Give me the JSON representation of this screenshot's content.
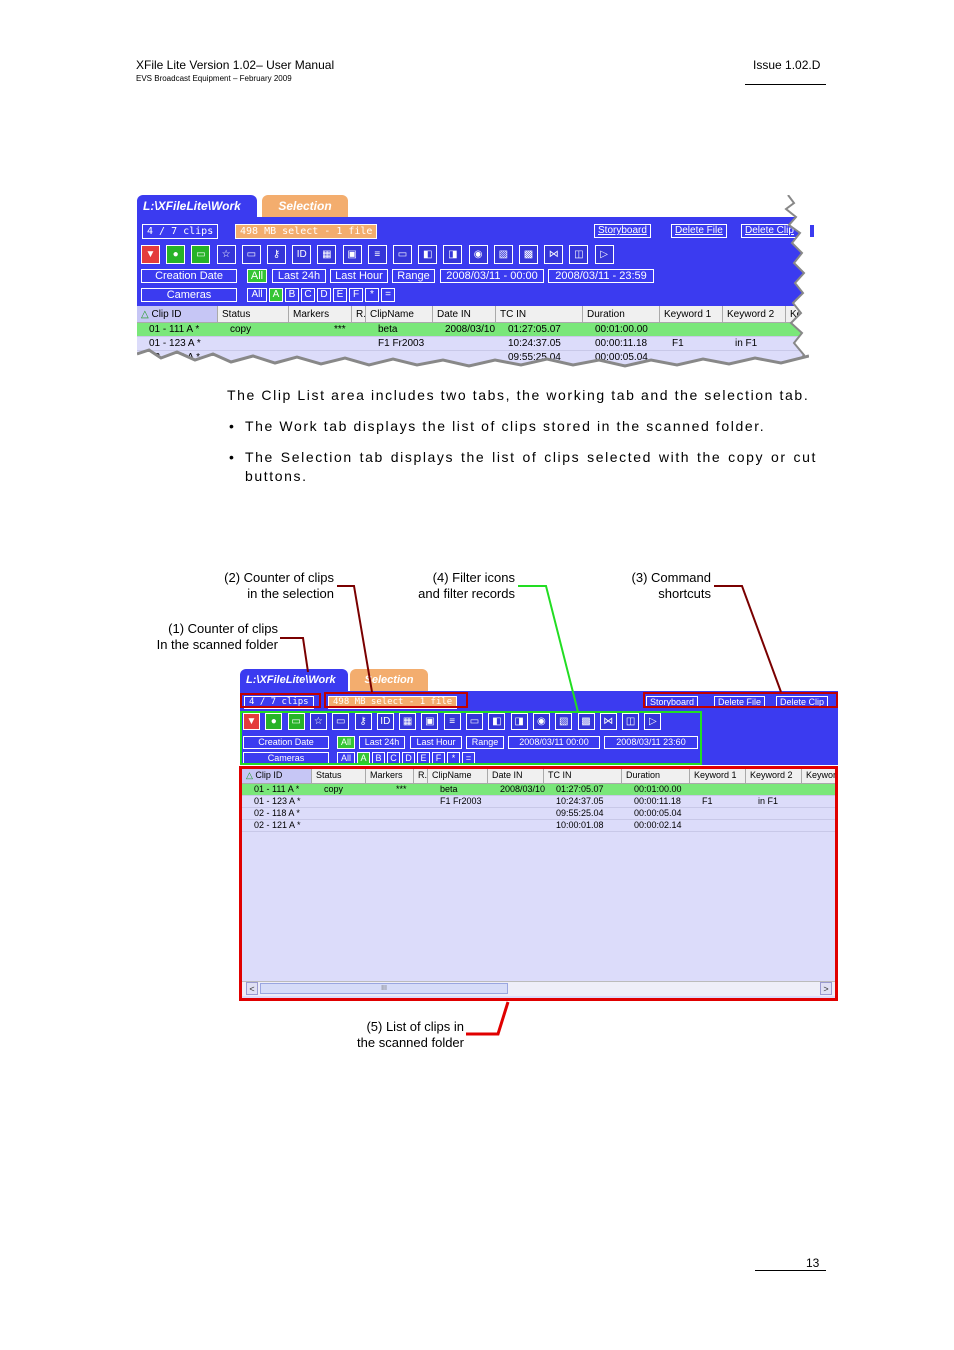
{
  "header": {
    "title": "XFile Lite Version 1.02– User Manual",
    "subtitle": "EVS Broadcast Equipment – February 2009",
    "issue": "Issue 1.02.D"
  },
  "footer": {
    "page_number": "13"
  },
  "ui": {
    "tab_work": "L:\\XFileLite\\Work",
    "tab_selection": "Selection",
    "counter_clips": "4 / 7 clips",
    "counter_selection": "498 MB select - 1 file",
    "commands": {
      "storyboard": "Storyboard",
      "delete_file": "Delete File",
      "delete_clip": "Delete Clip"
    },
    "filter_date_label": "Creation Date",
    "filter_all": "All",
    "filter_last24h": "Last 24h",
    "filter_lasthour": "Last Hour",
    "filter_range": "Range",
    "date_from": "2008/03/11 - 00:00",
    "date_to": "2008/03/11 - 23:59",
    "date_from_b": "2008/03/11   00:00",
    "date_to_b": "2008/03/11   23:60",
    "filter_cameras_label": "Cameras",
    "cameras": [
      "All",
      "A",
      "B",
      "C",
      "D",
      "E",
      "F",
      "*",
      "="
    ],
    "columns": [
      "Clip ID",
      "Status",
      "Markers",
      "R.",
      "ClipName",
      "Date IN",
      "TC IN",
      "Duration",
      "Keyword 1",
      "Keyword 2",
      "Keyword"
    ],
    "rows": [
      {
        "clip_id": "01 - 111 A *",
        "status": "copy",
        "markers": "***",
        "clipname": "beta",
        "date_in": "2008/03/10",
        "tc_in": "01:27:05.07",
        "duration": "00:01:00.00",
        "kw1": "",
        "kw2": ""
      },
      {
        "clip_id": "01 - 123 A *",
        "status": "",
        "markers": "",
        "clipname": "F1 Fr2003",
        "date_in": "",
        "tc_in": "10:24:37.05",
        "duration": "00:00:11.18",
        "kw1": "F1",
        "kw2": "in F1"
      },
      {
        "clip_id": "02 - 118 A *",
        "status": "",
        "markers": "",
        "clipname": "",
        "date_in": "",
        "tc_in": "09:55:25.04",
        "duration": "00:00:05.04",
        "kw1": "",
        "kw2": ""
      },
      {
        "clip_id": "02 - 121 A *",
        "status": "",
        "markers": "",
        "clipname": "",
        "date_in": "",
        "tc_in": "10:00:01.08",
        "duration": "00:00:02.14",
        "kw1": "",
        "kw2": ""
      }
    ],
    "scroll_arrow_left": "<",
    "scroll_arrow_right": ">",
    "scroll_grip": "III"
  },
  "body": {
    "intro": "The Clip List area includes two tabs, the working tab and the selection tab.",
    "bullets": [
      "The Work tab displays the list of clips stored in the scanned folder.",
      "The Selection tab displays the list of clips selected with the copy or cut buttons."
    ],
    "bullet_symbol": "•"
  },
  "callouts": {
    "c1_a": "(1) Counter of clips",
    "c1_b": "In the scanned folder",
    "c2_a": "(2) Counter of clips",
    "c2_b": "in the selection",
    "c3_a": "(3) Command",
    "c3_b": "shortcuts",
    "c4_a": "(4) Filter icons",
    "c4_b": "and filter records",
    "c5_a": "(5) List of clips in",
    "c5_b": "the scanned folder"
  },
  "colors": {
    "panel_blue": "#3b3bf0",
    "tab_orange": "#f3ad6e",
    "highlight_green": "#7ae77a",
    "callout_red": "#c00000",
    "callout_green": "#22dd22",
    "callout_maroon": "#7a0000"
  }
}
